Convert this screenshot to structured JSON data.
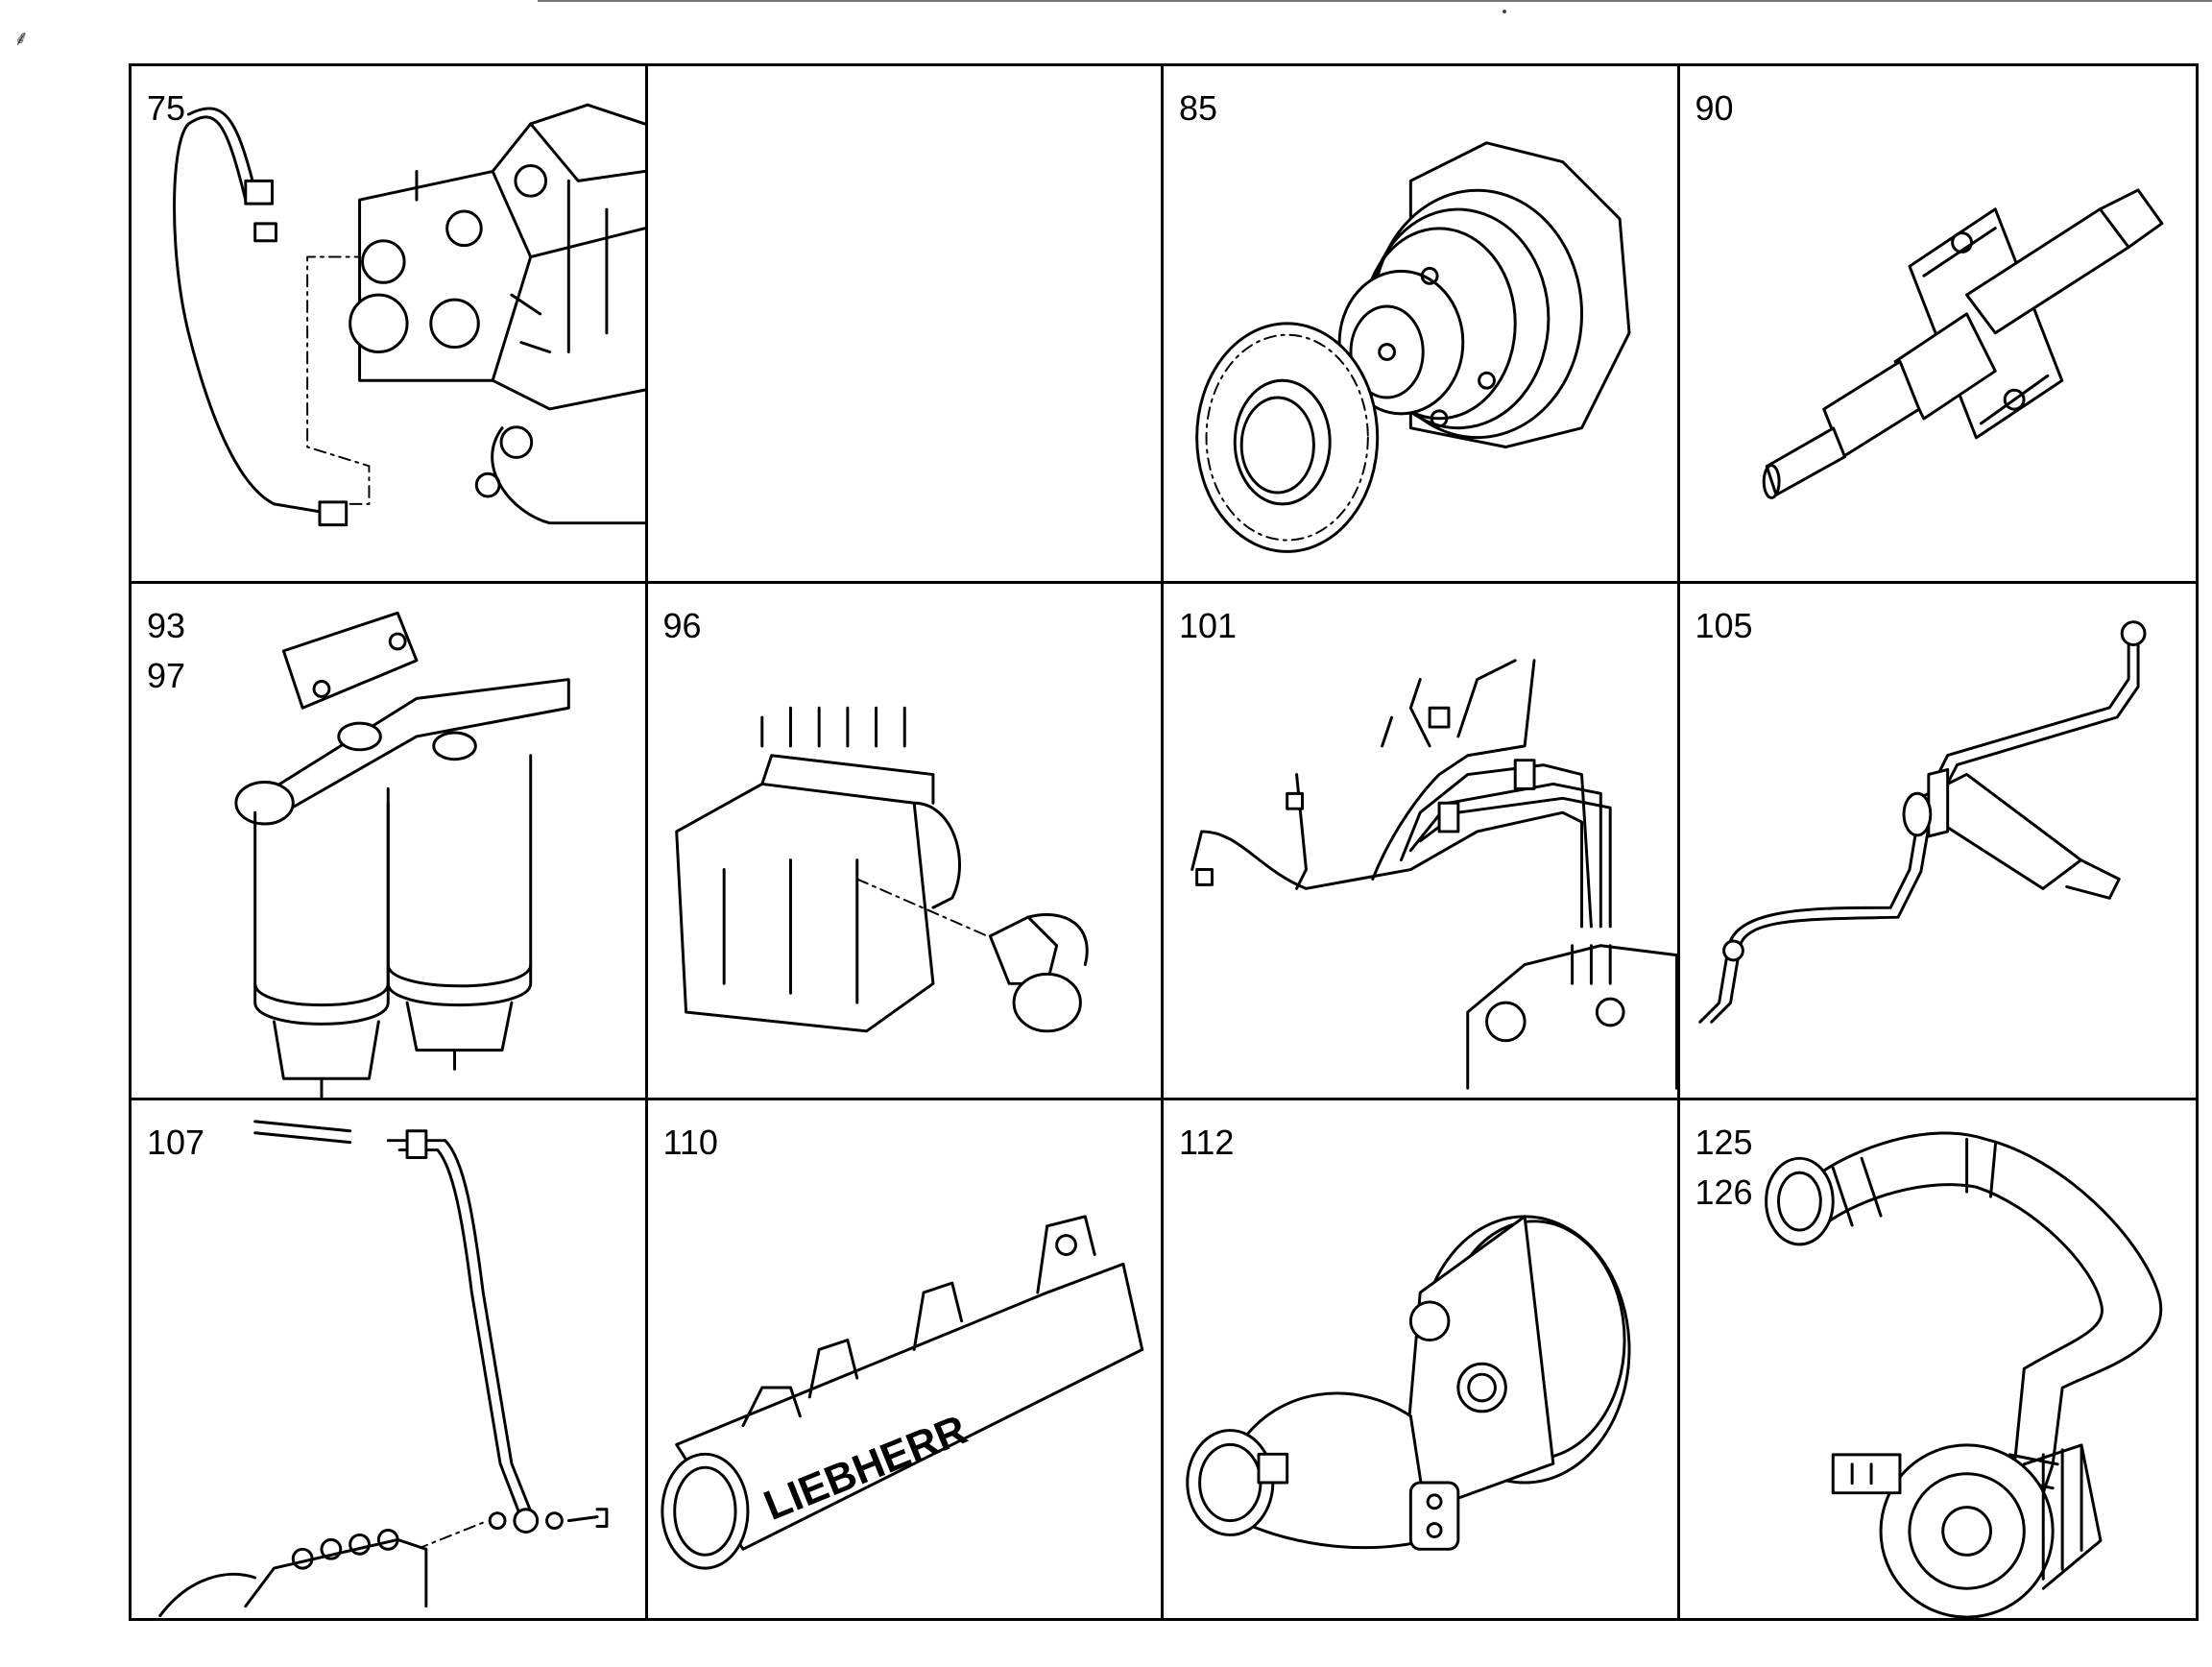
{
  "cells": [
    {
      "labels": [
        "75"
      ],
      "part": "fuel-line-to-pump"
    },
    {
      "labels": [],
      "part": "empty"
    },
    {
      "labels": [
        "85"
      ],
      "part": "pump-drive-gear"
    },
    {
      "labels": [
        "90"
      ],
      "part": "injector-nozzle"
    },
    {
      "labels": [
        "93",
        "97"
      ],
      "part": "double-fuel-filter"
    },
    {
      "labels": [
        "96"
      ],
      "part": "injection-pump"
    },
    {
      "labels": [
        "101"
      ],
      "part": "injection-lines"
    },
    {
      "labels": [
        "105"
      ],
      "part": "leak-off-line"
    },
    {
      "labels": [
        "107"
      ],
      "part": "oil-line"
    },
    {
      "labels": [
        "110"
      ],
      "part": "intake-manifold"
    },
    {
      "labels": [
        "112"
      ],
      "part": "intake-elbow"
    },
    {
      "labels": [
        "125",
        "126"
      ],
      "part": "turbo-hose"
    }
  ],
  "manifold_text": "LIEBHERR",
  "corner_mark": "⸙"
}
